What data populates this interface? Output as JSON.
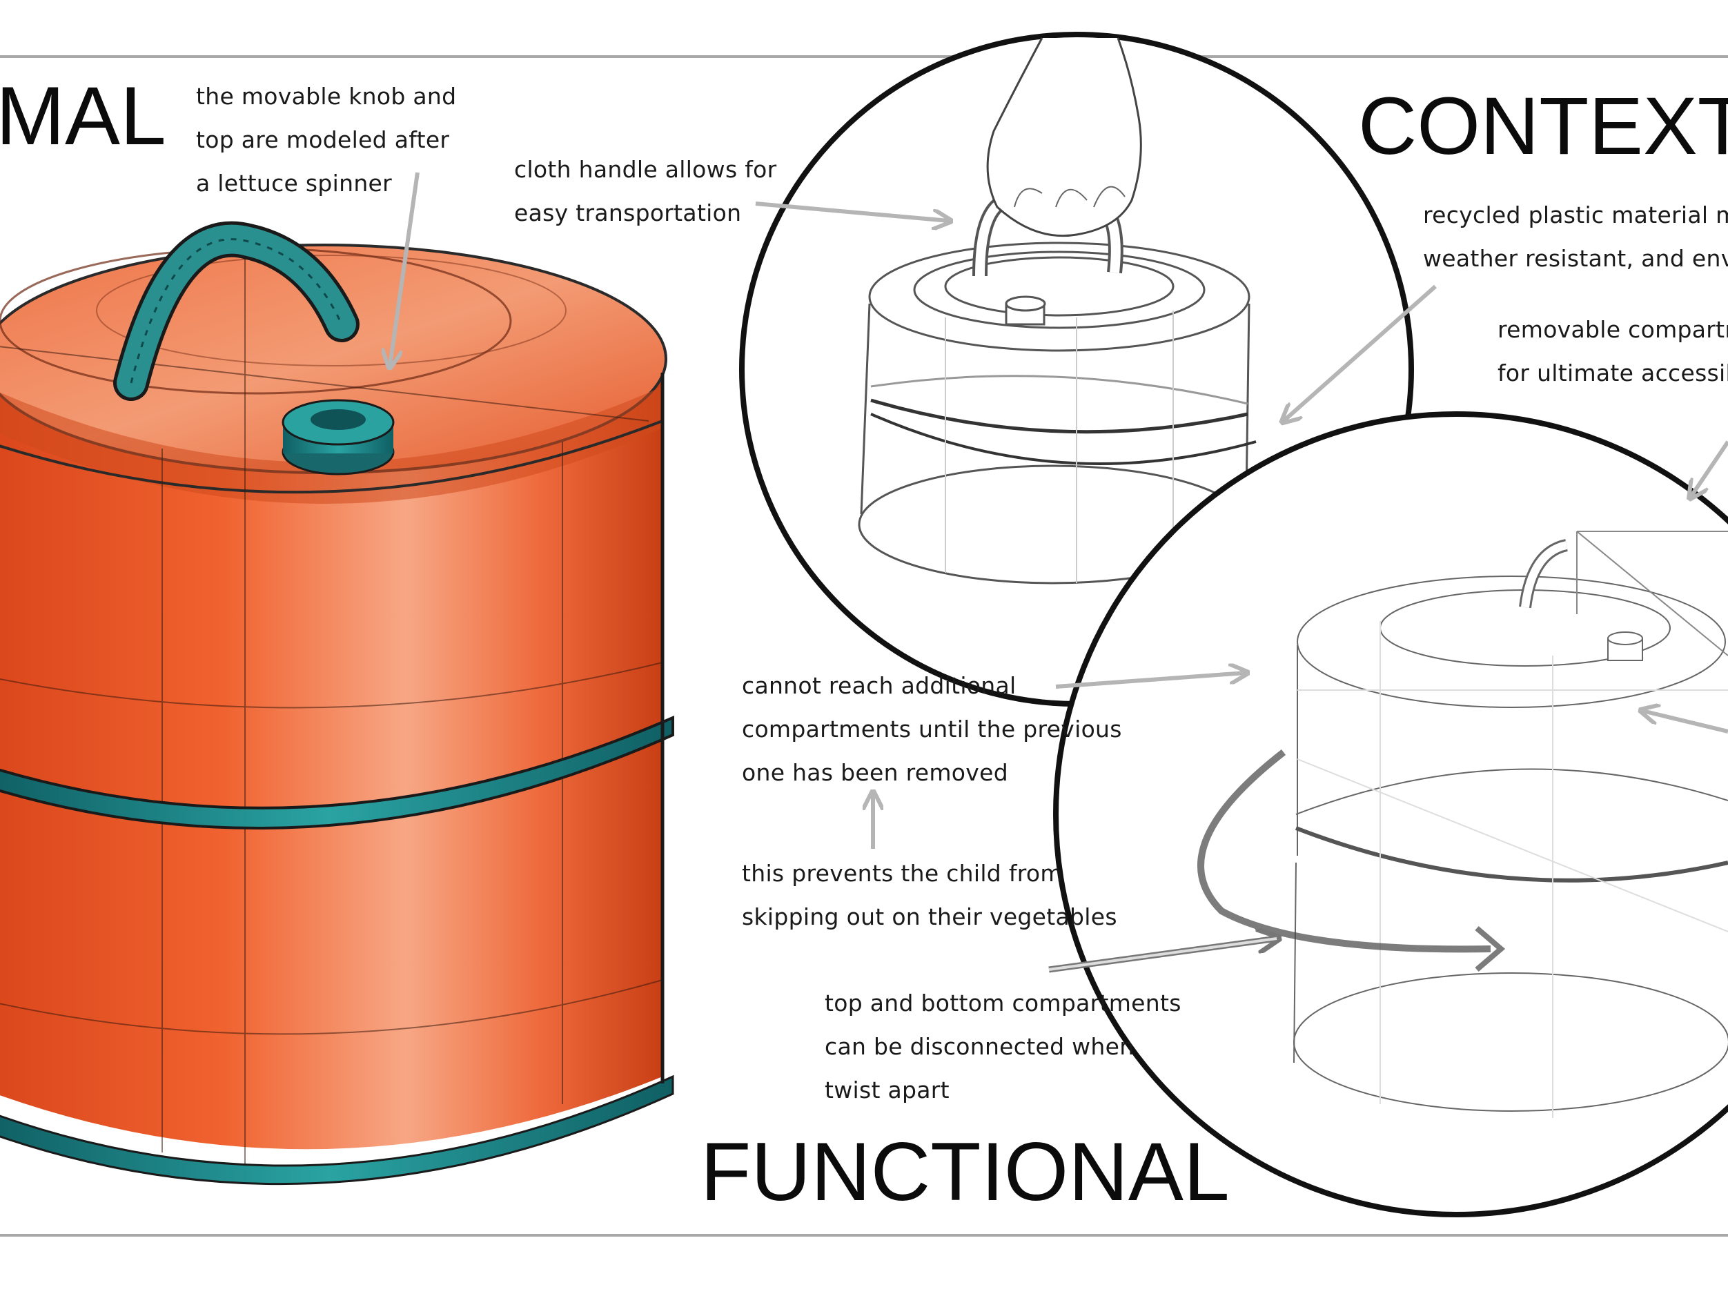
{
  "titles": {
    "formal_fragment": "MAL",
    "context_fragment": "CONTEXT",
    "functional": "FUNCTIONAL"
  },
  "notes": {
    "knob": [
      "the movable knob and",
      "top are modeled after",
      "a lettuce spinner"
    ],
    "handle": [
      "cloth handle allows for",
      "easy transportation"
    ],
    "recycled": [
      "recycled plastic material ma",
      "weather resistant, and enviro"
    ],
    "removable": [
      "removable compartm",
      "for ultimate accessibi"
    ],
    "compartments": [
      "cannot reach additional",
      "compartments until the previous",
      "one has been removed"
    ],
    "prevents": [
      "this prevents the child from",
      "skipping out on their vegetables"
    ],
    "twist": [
      "top and bottom compartments",
      "can be disconnected when",
      "twist apart"
    ]
  },
  "colors": {
    "body_orange": "#e8592b",
    "accent_teal": "#1f8a8c",
    "sketch_line": "#333333",
    "arrow_gray": "#b5b5b5"
  }
}
